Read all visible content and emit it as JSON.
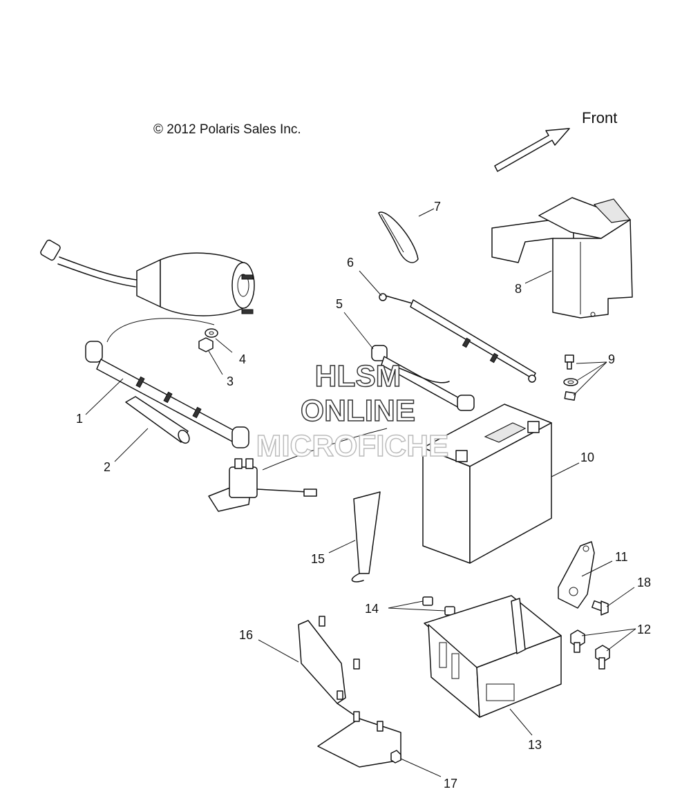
{
  "copyright": "© 2012 Polaris Sales Inc.",
  "direction_label": "Front",
  "watermark": {
    "line1": "HLSM",
    "line2": "ONLINE",
    "line3": "MICROFICHE"
  },
  "callouts": {
    "c1": "1",
    "c2": "2",
    "c3": "3",
    "c4": "4",
    "c5": "5",
    "c6": "6",
    "c7": "7",
    "c8": "8",
    "c9": "9",
    "c10": "10",
    "c11": "11",
    "c12": "12",
    "c13": "13",
    "c14": "14",
    "c15": "15",
    "c16": "16",
    "c17": "17",
    "c18": "18"
  }
}
